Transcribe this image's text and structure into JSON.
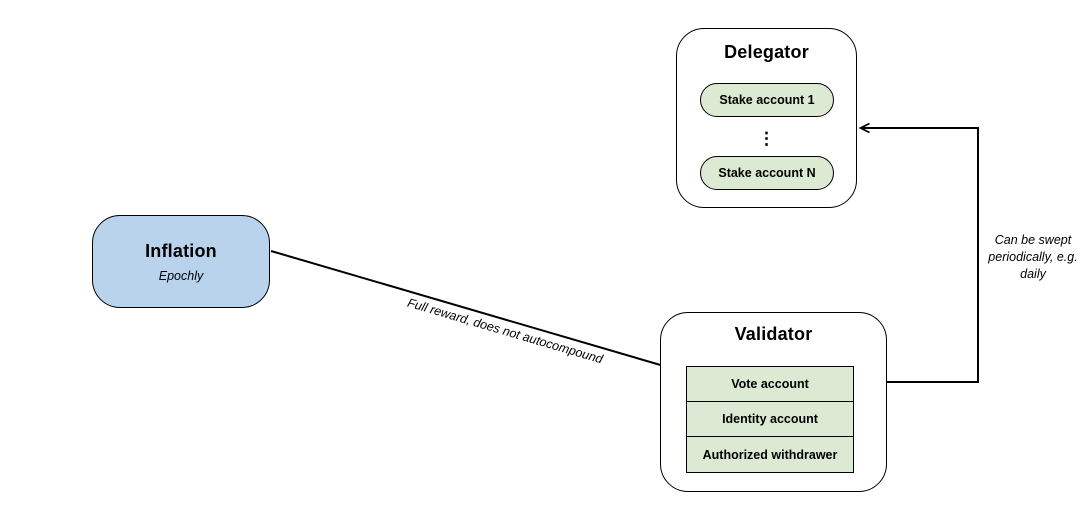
{
  "colors": {
    "blue": "#b9d3ec",
    "green": "#dce9d3",
    "stroke": "#000000"
  },
  "inflation": {
    "title": "Inflation",
    "subtitle": "Epochly"
  },
  "delegator": {
    "title": "Delegator",
    "pills": [
      "Stake account 1",
      "Stake account N"
    ],
    "ellipsis": "⋮"
  },
  "validator": {
    "title": "Validator",
    "rows": [
      "Vote account",
      "Identity account",
      "Authorized withdrawer"
    ]
  },
  "edges": {
    "reward_label": "Full reward, does not autocompound",
    "sweep_label": "Can be swept periodically, e.g. daily"
  }
}
